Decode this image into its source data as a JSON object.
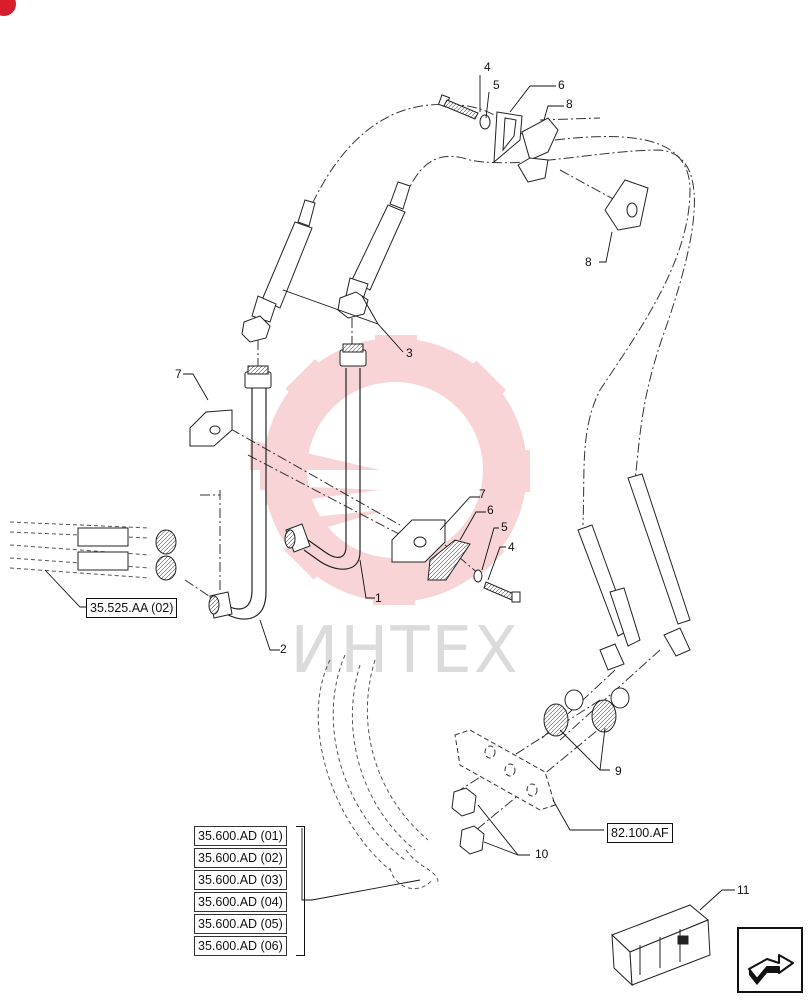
{
  "diagram": {
    "callouts": {
      "c1": "1",
      "c2": "2",
      "c3": "3",
      "c4a": "4",
      "c5a": "5",
      "c6a": "6",
      "c8a": "8",
      "c8b": "8",
      "c7a": "7",
      "c7b": "7",
      "c6b": "6",
      "c5b": "5",
      "c4b": "4",
      "c9": "9",
      "c10": "10",
      "c11": "11"
    },
    "references": {
      "r_525": "35.525.AA (02)",
      "r_af": "82.100.AF",
      "r_600": [
        "35.600.AD (01)",
        "35.600.AD (02)",
        "35.600.AD (03)",
        "35.600.AD (04)",
        "35.600.AD (05)",
        "35.600.AD (06)"
      ]
    },
    "watermark": "ИНТЕХ",
    "colors": {
      "watermark": "#e8414b",
      "line": "#222222",
      "corner_badge": "#d81e2c"
    },
    "icons": {
      "nav": "next-page-arrow-icon",
      "kit": "crate-kit-icon"
    }
  }
}
